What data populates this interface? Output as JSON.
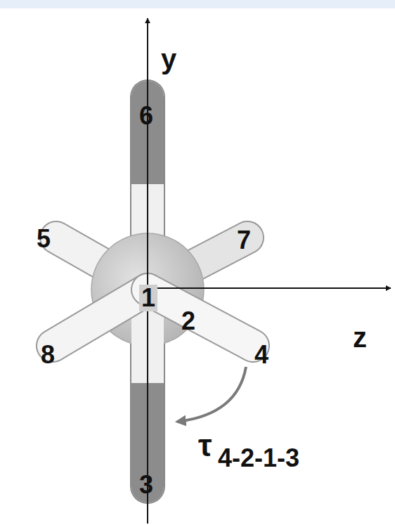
{
  "diagram": {
    "labels": [
      "y",
      "z",
      "6",
      "5",
      "7",
      "1",
      "2",
      "8",
      "4",
      "3",
      "τ",
      "4-2-1-3"
    ]
  }
}
